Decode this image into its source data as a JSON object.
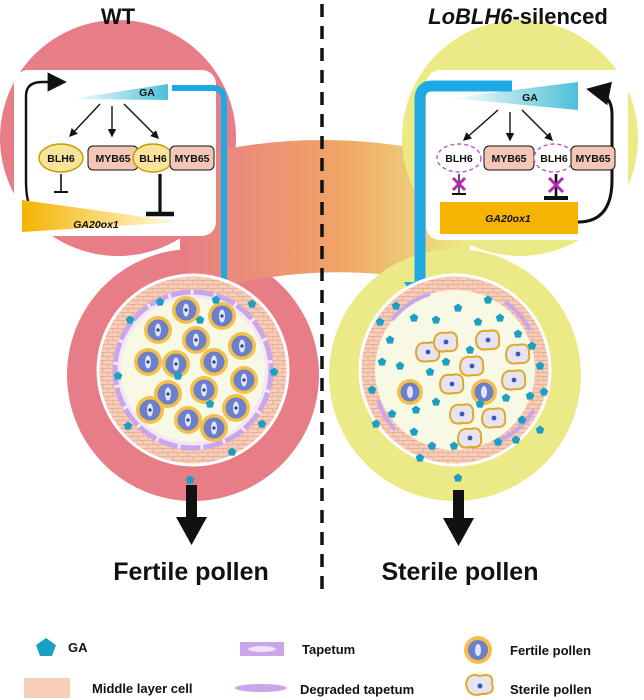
{
  "wt": {
    "title": "WT",
    "labels": {
      "ga": "GA",
      "blh6": "BLH6",
      "myb65": "MYB65",
      "ga20ox1": "GA20ox1"
    },
    "outcome": "Fertile pollen"
  },
  "silenced": {
    "title_gene": "LoBLH6",
    "title_suffix": "-silenced",
    "labels": {
      "ga": "GA",
      "blh6": "BLH6",
      "myb65": "MYB65",
      "ga20ox1": "GA20ox1"
    },
    "outcome": "Sterile pollen"
  },
  "legend": {
    "ga": "GA",
    "middle_layer": "Middle layer cell",
    "tapetum": "Tapetum",
    "degraded_tapetum": "Degraded tapetum",
    "fertile": "Fertile pollen",
    "sterile": "Sterile pollen"
  },
  "colors": {
    "wt_bg": "#e77d86",
    "silenced_bg": "#ecea86",
    "ga_arrow": "#1fa9e4",
    "ga_molecule": "#1b9fc3",
    "gene_bar": "#f4b400",
    "blh6_fill": "#f7e39a",
    "myb65_fill": "#f3c6b8",
    "tapetum": "#c9a6ea",
    "middle_layer": "#f6cdb8",
    "pollen_core": "#5b6fb8"
  }
}
